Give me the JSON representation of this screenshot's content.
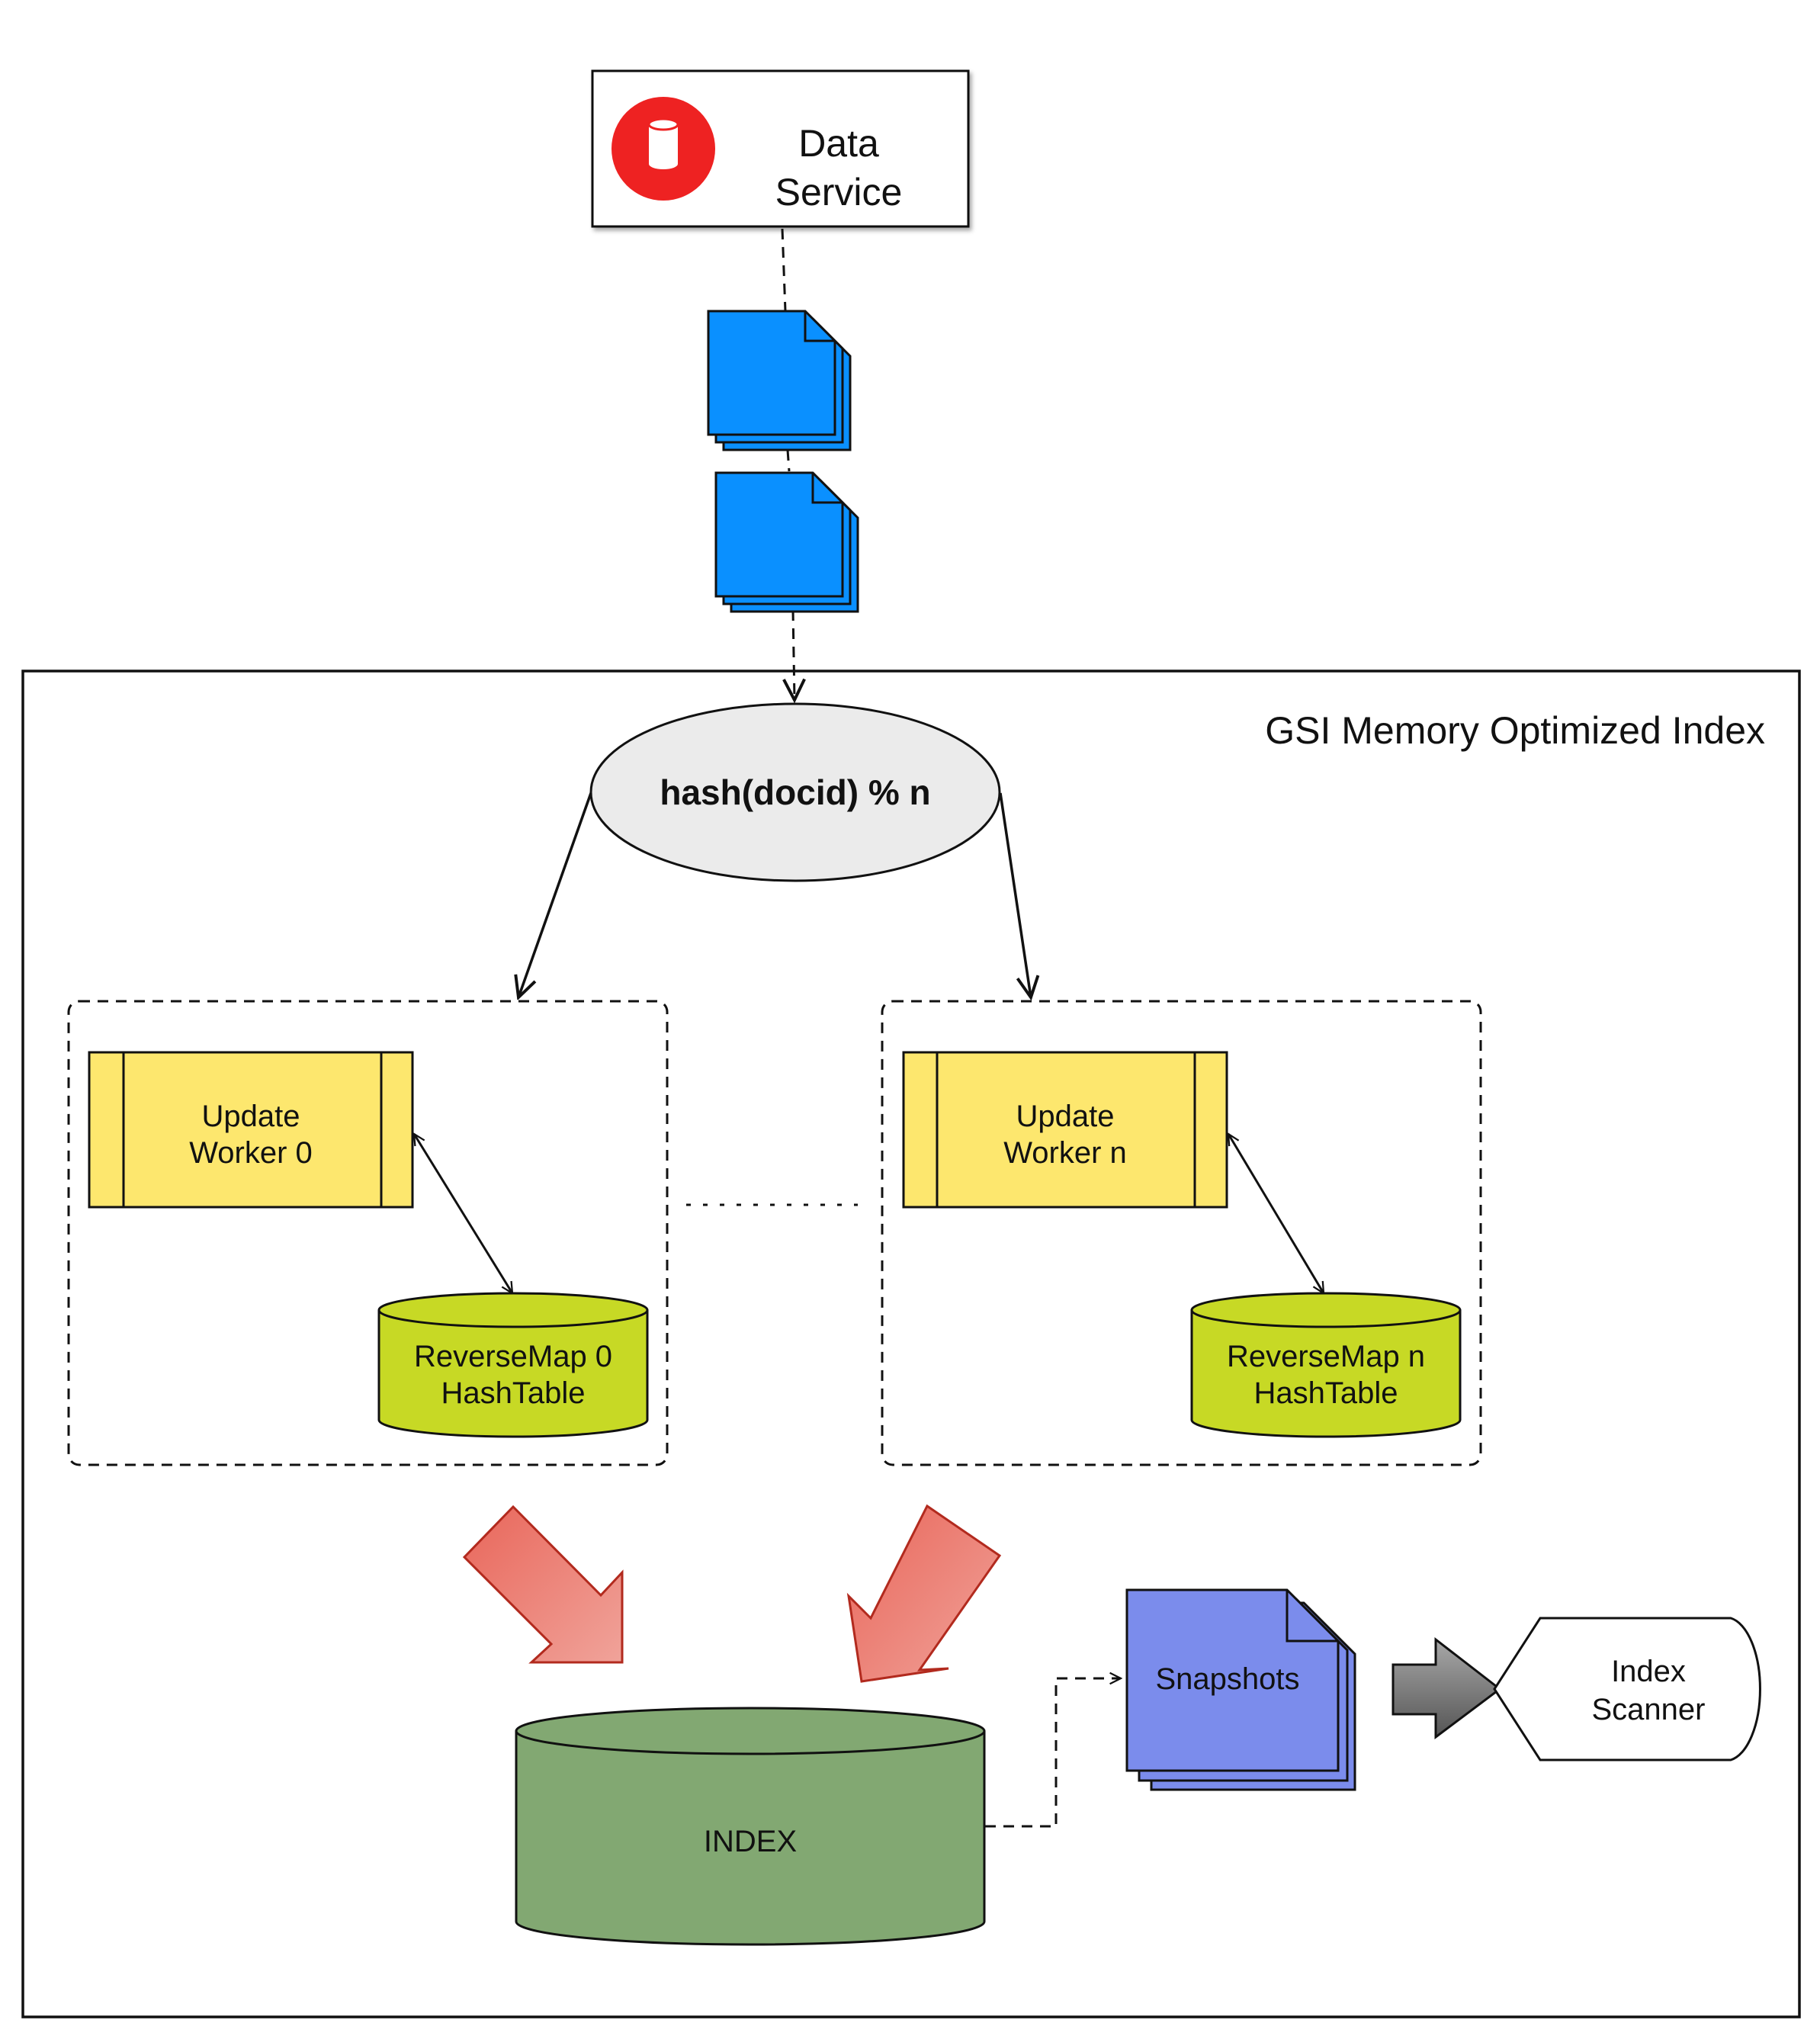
{
  "data_service": {
    "line1": "Data",
    "line2": "Service",
    "icon": "database-icon",
    "icon_color": "#ee2222"
  },
  "container": {
    "title": "GSI Memory Optimized Index"
  },
  "hash_node": {
    "label": "hash(docid) % n"
  },
  "workers": [
    {
      "line1": "Update",
      "line2": "Worker 0"
    },
    {
      "line1": "Update",
      "line2": "Worker n"
    }
  ],
  "reverse_maps": [
    {
      "line1": "ReverseMap 0",
      "line2": "HashTable"
    },
    {
      "line1": "ReverseMap n",
      "line2": "HashTable"
    }
  ],
  "index_store": {
    "label": "INDEX"
  },
  "snapshots": {
    "label": "Snapshots"
  },
  "index_scanner": {
    "line1": "Index",
    "line2": "Scanner"
  },
  "colors": {
    "document_stack": "#0a90ff",
    "worker": "#fde76e",
    "reverse_map": "#c7d925",
    "index": "#82a872",
    "snapshots": "#7b8cec",
    "hash_node": "#ebebeb",
    "merge_arrow": "#e57468",
    "scanner_arrow": "#7d7d7d"
  }
}
